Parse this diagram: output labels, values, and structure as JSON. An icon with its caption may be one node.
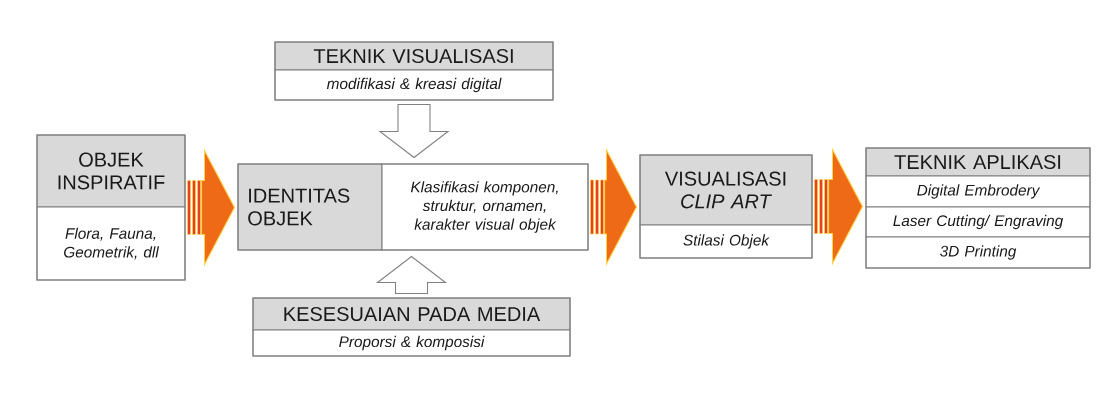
{
  "diagram": {
    "nodes": [
      {
        "text": [
          "TEKNIK VISUALISASI",
          "modifikasi & kreasi digital"
        ]
      },
      {
        "text": [
          "OBJEK INSPIRATIF",
          "Flora, Fauna, Geometrik, dll"
        ]
      },
      {
        "text": [
          "IDENTITAS OBJEK",
          "Klasifikasi komponen, struktur, ornamen, karakter visual objek"
        ]
      },
      {
        "text": [
          "VISUALISASI *CLIP ART*",
          "Stilasi Objek"
        ]
      },
      {
        "text": [
          "TEKNIK APLIKASI",
          "Digital Embrodery",
          "Laser Cutting/ Engraving",
          "3D Printing"
        ]
      },
      {
        "text": [
          "KESESUAIAN PADA MEDIA",
          "Proporsi & komposisi"
        ]
      }
    ],
    "edges": [
      {
        "from": 1,
        "to": 2,
        "arrow": "to"
      },
      {
        "from": 2,
        "to": 3,
        "arrow": "to"
      },
      {
        "from": 3,
        "to": 4,
        "arrow": "to"
      },
      {
        "from": 0,
        "to": 2,
        "arrow": "to",
        "color": "#808080"
      },
      {
        "from": 5,
        "to": 2,
        "arrow": "to",
        "color": "#808080"
      }
    ]
  }
}
